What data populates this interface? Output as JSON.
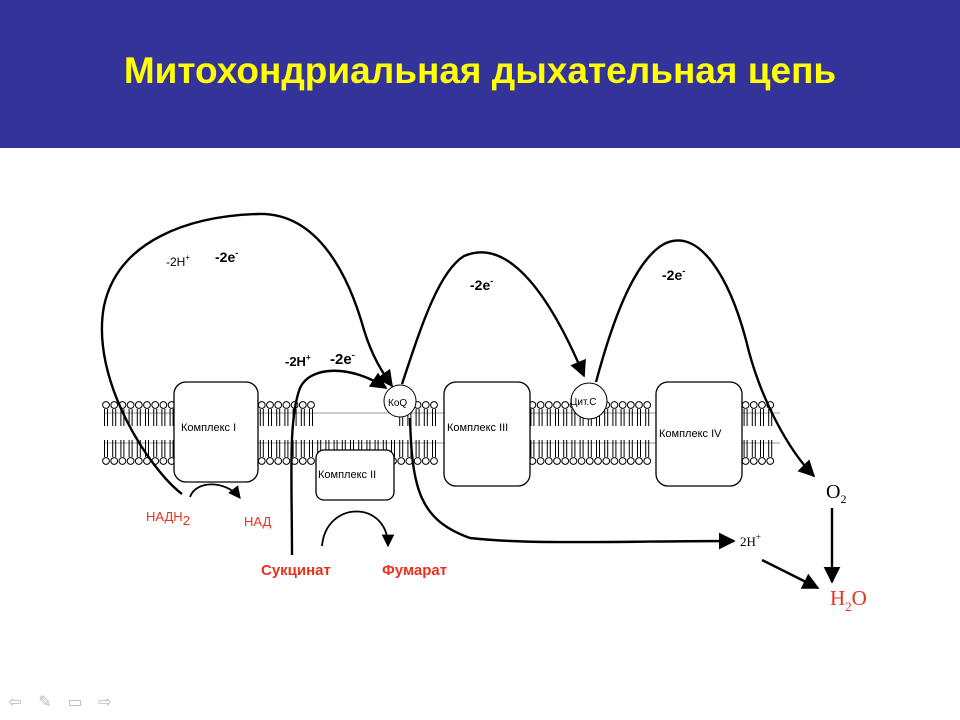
{
  "slide": {
    "title": "Митохондриальная дыхательная цепь"
  },
  "diagram": {
    "complexes": {
      "c1": "Комплекс I",
      "c2": "Комплекс II",
      "c3": "Комплекс III",
      "c4": "Комплекс IV"
    },
    "carriers": {
      "koq": "КоQ",
      "cyt": "Цит.С"
    },
    "labels": {
      "h_top": "-2H",
      "h_top_sup": "+",
      "e_top": "-2e",
      "e_top_sup": "-",
      "h_mid": "-2H",
      "h_mid_sup": "+",
      "e_mid": "-2e",
      "e_mid_sup": "-",
      "e_arc1": "-2e",
      "e_arc1_sup": "-",
      "e_arc2": "-2e",
      "e_arc2_sup": "-",
      "o2": "O",
      "o2_sub": "2",
      "h2o_h": "H",
      "h2o_sub": "2",
      "h2o_o": "O",
      "protons": "2H",
      "protons_sup": "+"
    },
    "substrates": {
      "nadh": "НАДН",
      "nadh_sub": "2",
      "nad": "НАД",
      "succinate": "Сукцинат",
      "fumarate": "Фумарат"
    },
    "colors": {
      "substrate_red": "#e8321e",
      "ink": "#000000"
    }
  },
  "nav": {
    "prev": "⇦",
    "edit": "✎",
    "menu": "▭",
    "next": "⇨"
  }
}
